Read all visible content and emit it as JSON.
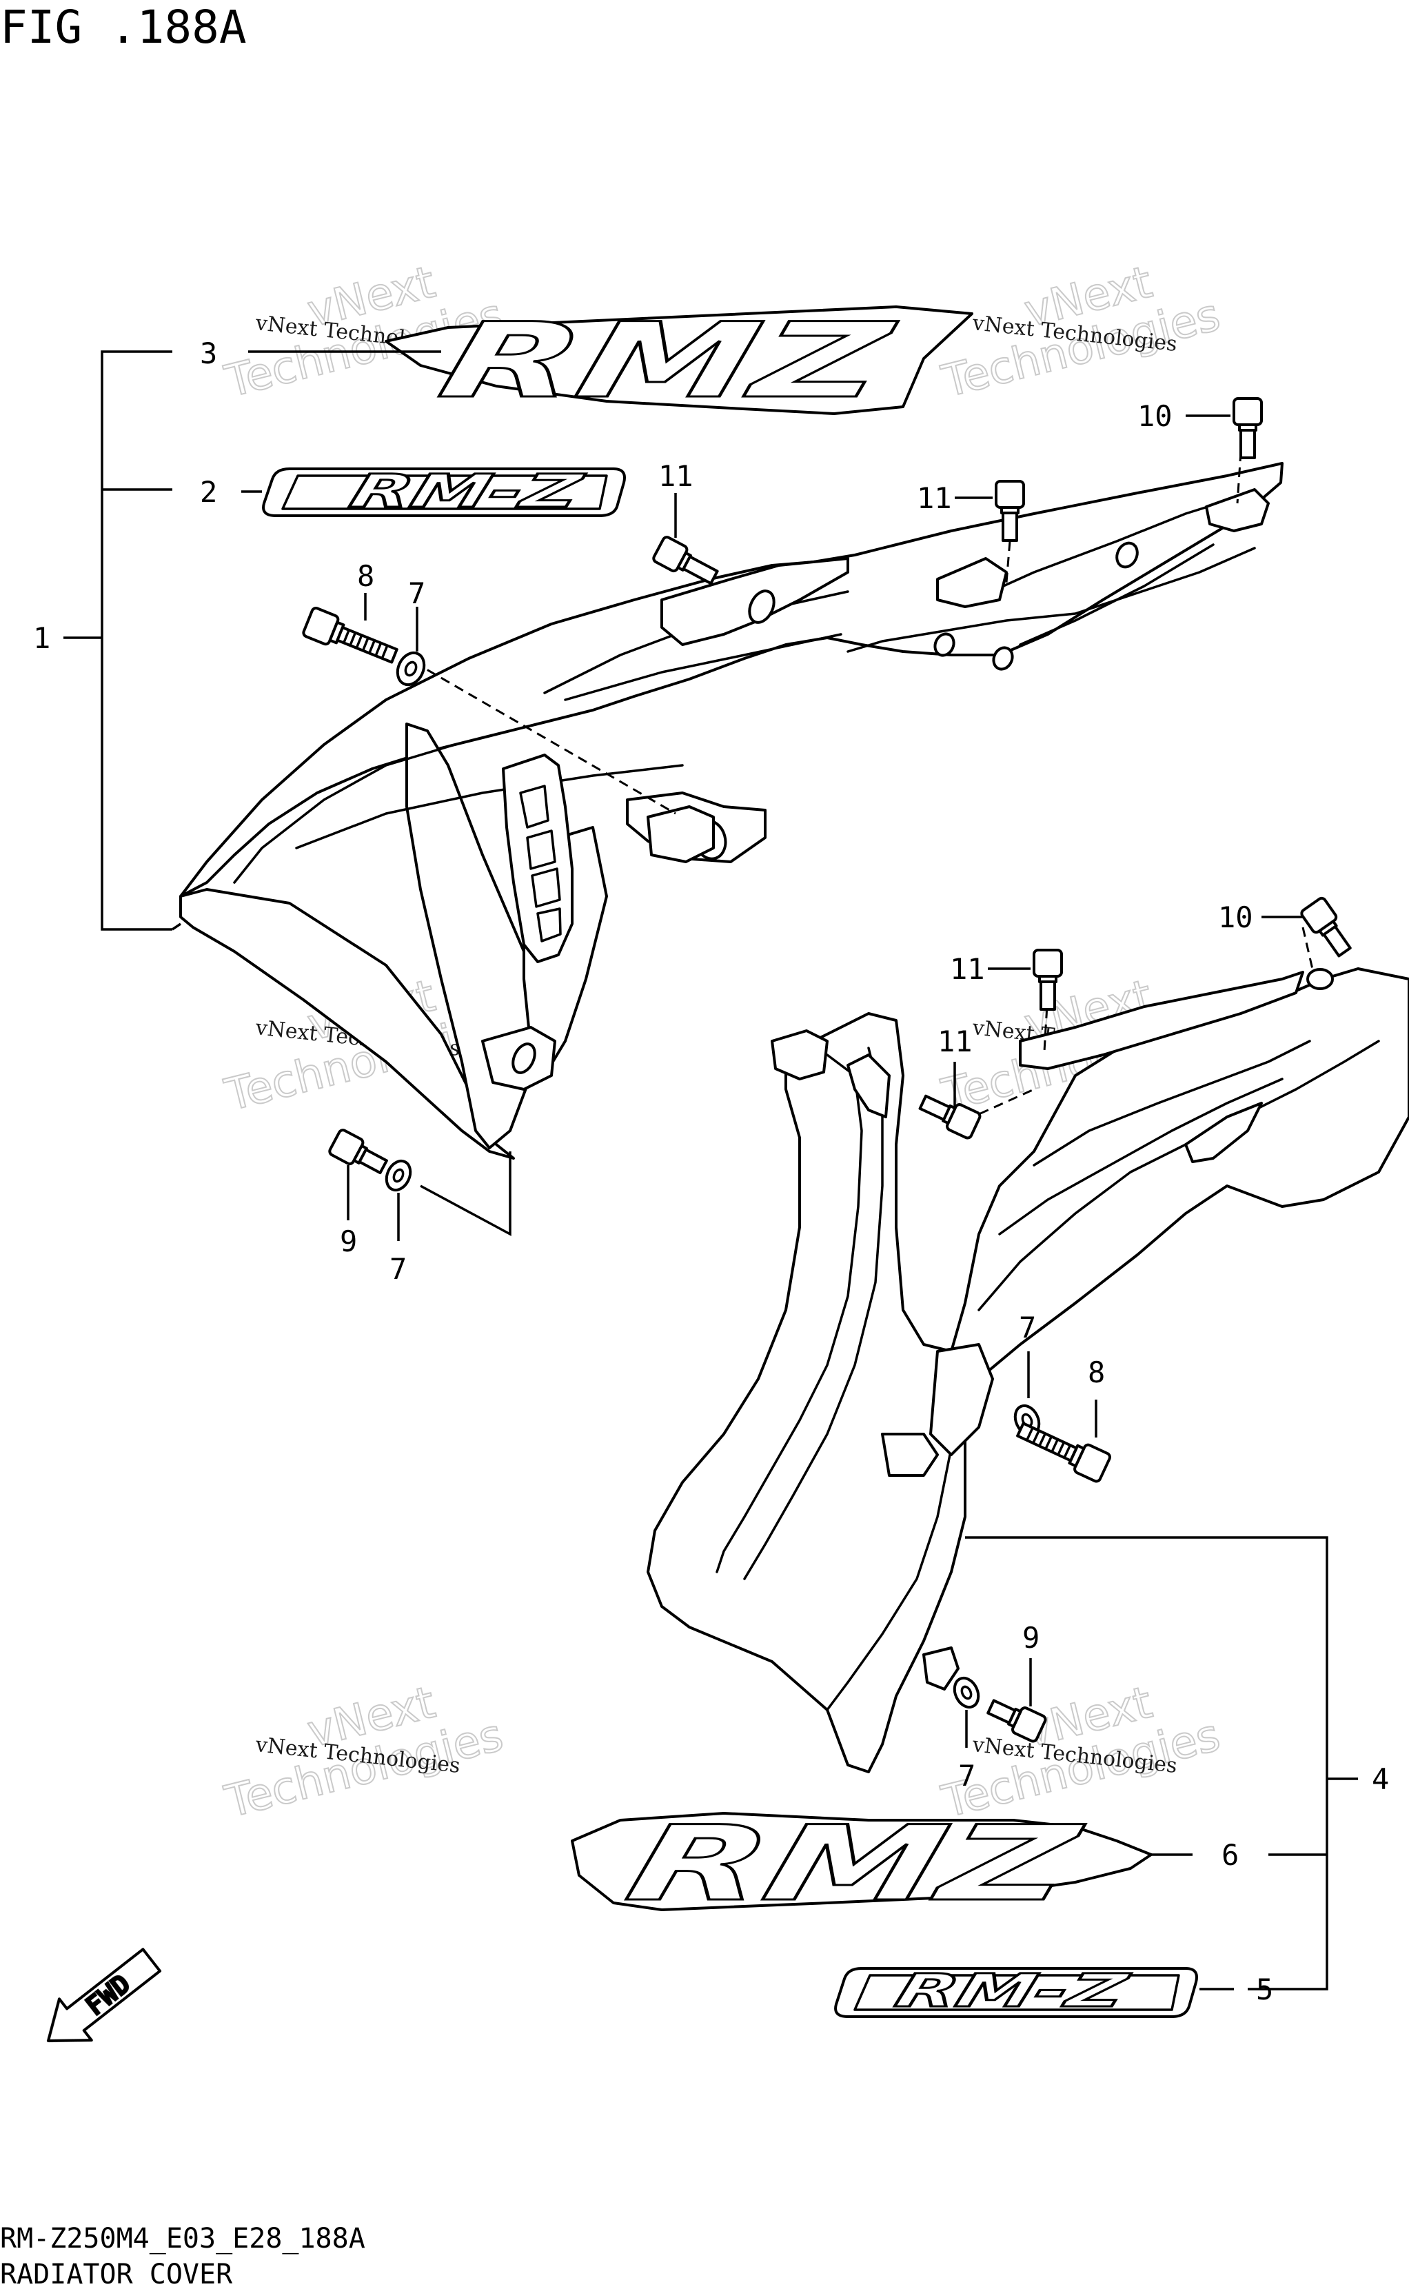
{
  "figure": {
    "title": "FIG .188A",
    "code": "RM-Z250M4_E03_E28_188A",
    "name": "RADIATOR COVER"
  },
  "callouts": {
    "c1": "1",
    "c2": "2",
    "c3": "3",
    "c4": "4",
    "c5": "5",
    "c6": "6",
    "c7a": "7",
    "c7b": "7",
    "c7c": "7",
    "c7d": "7",
    "c8a": "8",
    "c8b": "8",
    "c9a": "9",
    "c9b": "9",
    "c10a": "10",
    "c10b": "10",
    "c11a": "11",
    "c11b": "11",
    "c11c": "11",
    "c11d": "11"
  },
  "emblem_text": "RM-Z",
  "graphic_text": "RMZ",
  "fwd_label": "FWD",
  "watermark": {
    "line1": "vNext Technologies",
    "big_line1": "vNext",
    "big_line2": "Technologies"
  }
}
